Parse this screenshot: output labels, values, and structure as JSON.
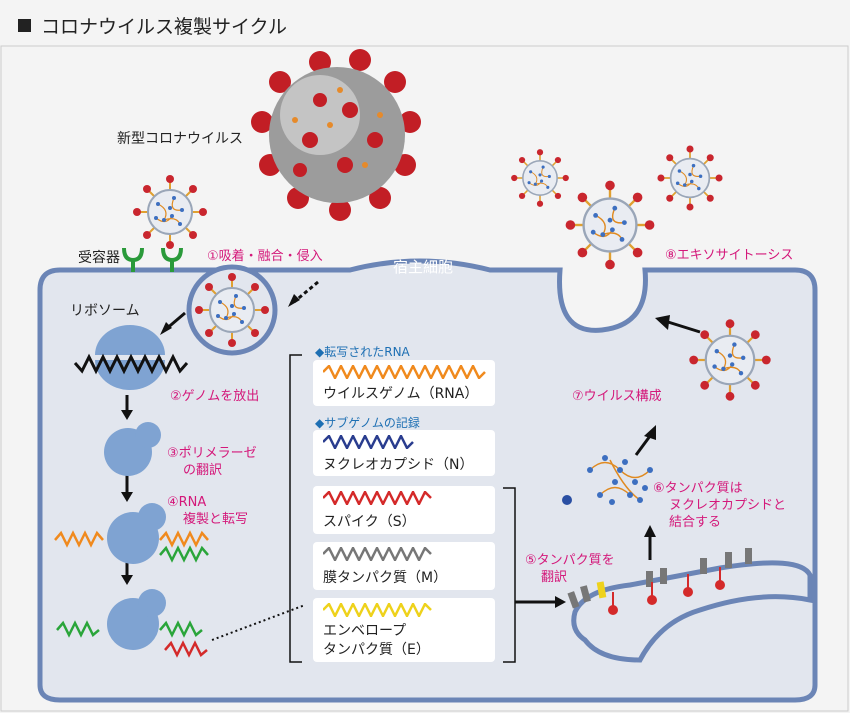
{
  "title": "コロナウイルス複製サイクル",
  "labels": {
    "new_virus": "新型コロナウイルス",
    "receptor": "受容器",
    "host_cell": "宿主細胞",
    "ribosome": "リボソーム"
  },
  "steps": {
    "s1": "①吸着・融合・侵入",
    "s2": "②ゲノムを放出",
    "s3": [
      "③ポリメラーゼ",
      "の翻訳"
    ],
    "s4": [
      "④RNA",
      "複製と転写"
    ],
    "s5": [
      "⑤タンパク質を",
      "翻訳"
    ],
    "s6": [
      "⑥タンパク質は",
      "ヌクレオカプシドと",
      "結合する"
    ],
    "s7": "⑦ウイルス構成",
    "s8": "⑧エキソサイトーシス"
  },
  "legend": {
    "transcribed_header": "◆転写されたRNA",
    "subgenome_header": "◆サブゲノムの記録",
    "genome": "ウイルスゲノム（RNA）",
    "nucleocapsid": "ヌクレオカプシド（N）",
    "spike": "スパイク（S）",
    "membrane": "膜タンパク質（M）",
    "envelope": [
      "エンベロープ",
      "タンパク質（E）"
    ]
  },
  "colors": {
    "cell_fill": "#e2e6ee",
    "cell_border": "#6b85b6",
    "ribosome": "#7fa3d2",
    "accent": "#d4187a",
    "header_blue": "#1d6fb3",
    "rna_orange": "#f08a1e",
    "rna_navy": "#2a3d8f",
    "rna_red": "#d42a2a",
    "rna_gray": "#777777",
    "rna_yellow": "#eed21c",
    "rna_green": "#2aa53a"
  }
}
